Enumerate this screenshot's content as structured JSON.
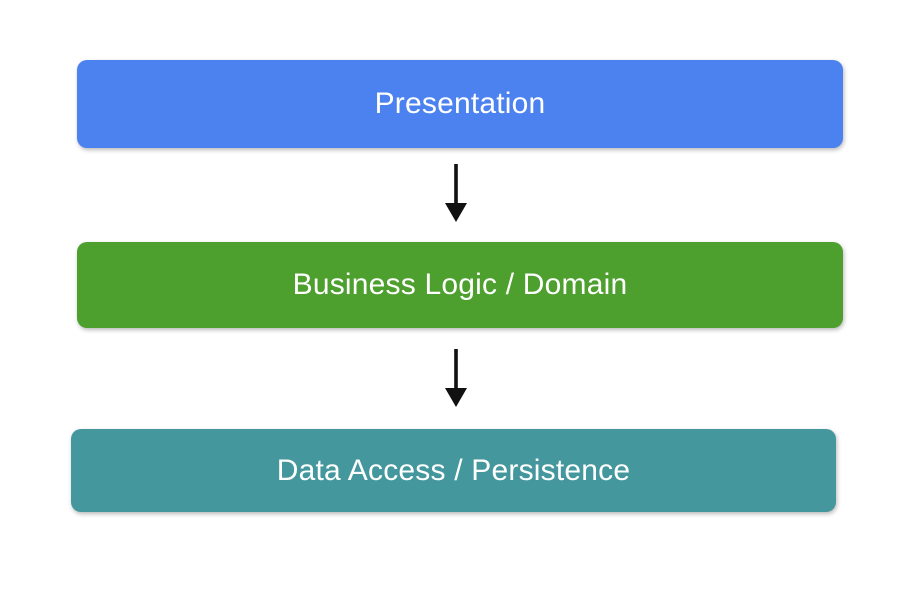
{
  "diagram": {
    "background_color": "#ffffff",
    "text_color": "#ffffff",
    "arrow_color": "#111111",
    "layers": [
      {
        "label": "Presentation",
        "color": "#4b82f0"
      },
      {
        "label": "Business Logic / Domain",
        "color": "#4d9f2e"
      },
      {
        "label": "Data Access / Persistence",
        "color": "#44989d"
      }
    ],
    "connections": [
      {
        "from": "Presentation",
        "to": "Business Logic / Domain"
      },
      {
        "from": "Business Logic / Domain",
        "to": "Data Access / Persistence"
      }
    ]
  }
}
